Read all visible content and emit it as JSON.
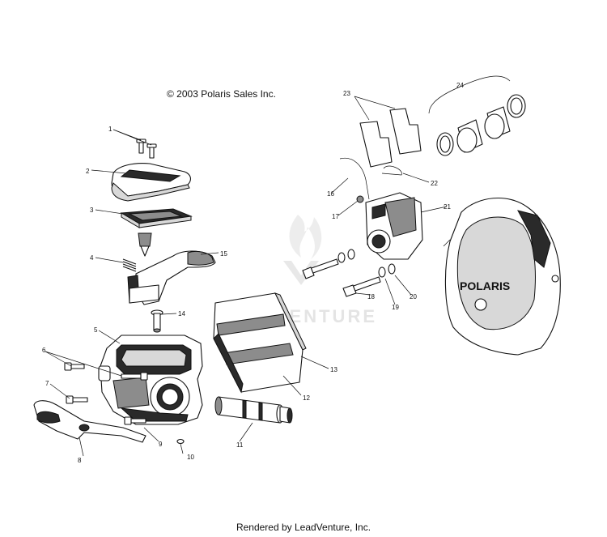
{
  "copyright": "© 2003 Polaris Sales Inc.",
  "watermark": "LEADVENTURE",
  "footer": "Rendered by LeadVenture, Inc.",
  "cover_logo": "POLARIS",
  "callouts": {
    "c1": "1",
    "c2": "2",
    "c3": "3",
    "c4": "4",
    "c5": "5",
    "c6": "6",
    "c7": "7",
    "c8": "8",
    "c9": "9",
    "c10": "10",
    "c11": "11",
    "c12": "12",
    "c13": "13",
    "c14": "14",
    "c15": "15",
    "c16": "16",
    "c17": "17",
    "c18": "18",
    "c19": "19",
    "c20": "20",
    "c21": "21",
    "c22": "22",
    "c23": "23",
    "c24": "24"
  }
}
